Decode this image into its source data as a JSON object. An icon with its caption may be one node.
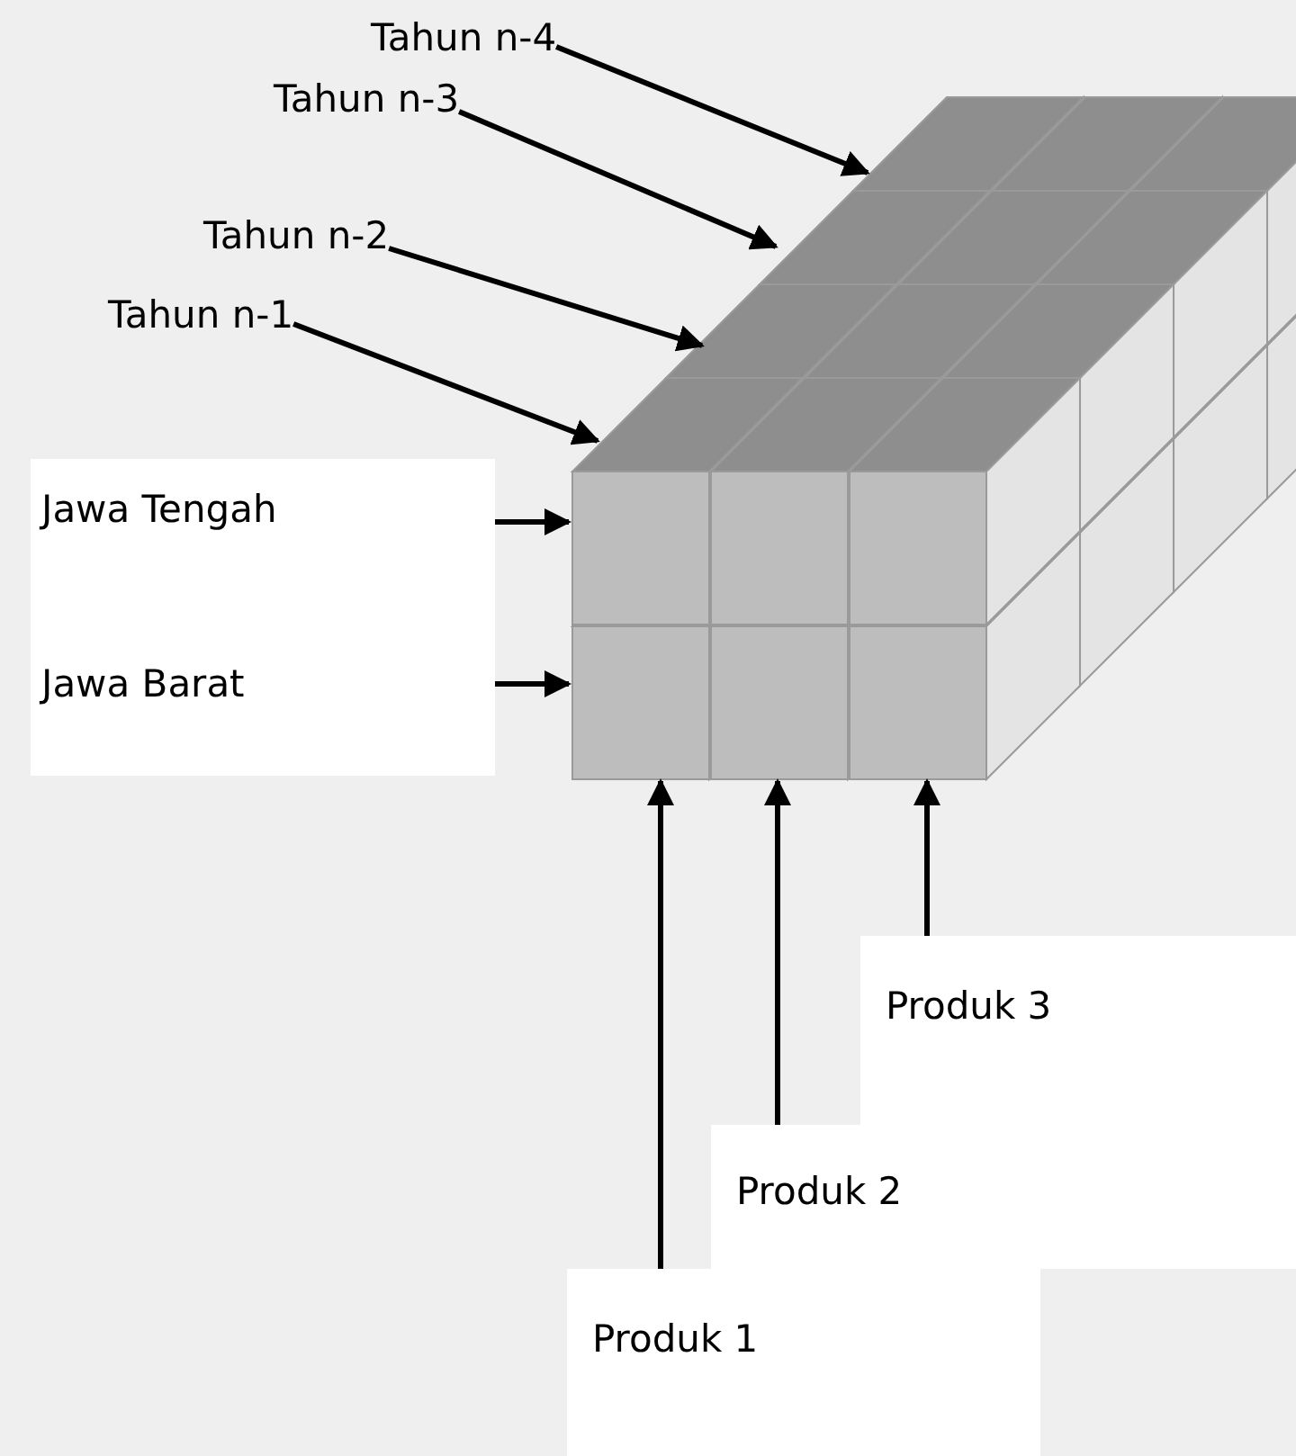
{
  "diagram": {
    "nodes": [
      {
        "text": [
          "Tahun n-4"
        ]
      },
      {
        "text": [
          "Tahun n-3"
        ]
      },
      {
        "text": [
          "Tahun n-2"
        ]
      },
      {
        "text": [
          "Tahun n-1"
        ]
      },
      {
        "text": [],
        "shape": "box"
      },
      {
        "text": [
          "Jawa Tengah"
        ],
        "in": 4
      },
      {
        "text": [
          "Jawa Barat"
        ],
        "in": 4
      },
      {
        "text": [
          "Produk 3"
        ]
      },
      {
        "text": [
          "Produk 2"
        ]
      },
      {
        "text": [
          "Produk 1"
        ]
      }
    ],
    "edges": [
      {
        "from": 0,
        "to": null,
        "arrow": "to"
      },
      {
        "from": 1,
        "to": null,
        "arrow": "to"
      },
      {
        "from": 2,
        "to": null,
        "arrow": "to"
      },
      {
        "from": 3,
        "to": null,
        "arrow": "to"
      },
      {
        "from": 5,
        "to": null,
        "arrow": "to"
      },
      {
        "from": 6,
        "to": null,
        "arrow": "to"
      },
      {
        "from": 7,
        "to": null,
        "arrow": "to"
      },
      {
        "from": 8,
        "to": null,
        "arrow": "to"
      },
      {
        "from": 9,
        "to": null,
        "arrow": "to"
      }
    ]
  }
}
